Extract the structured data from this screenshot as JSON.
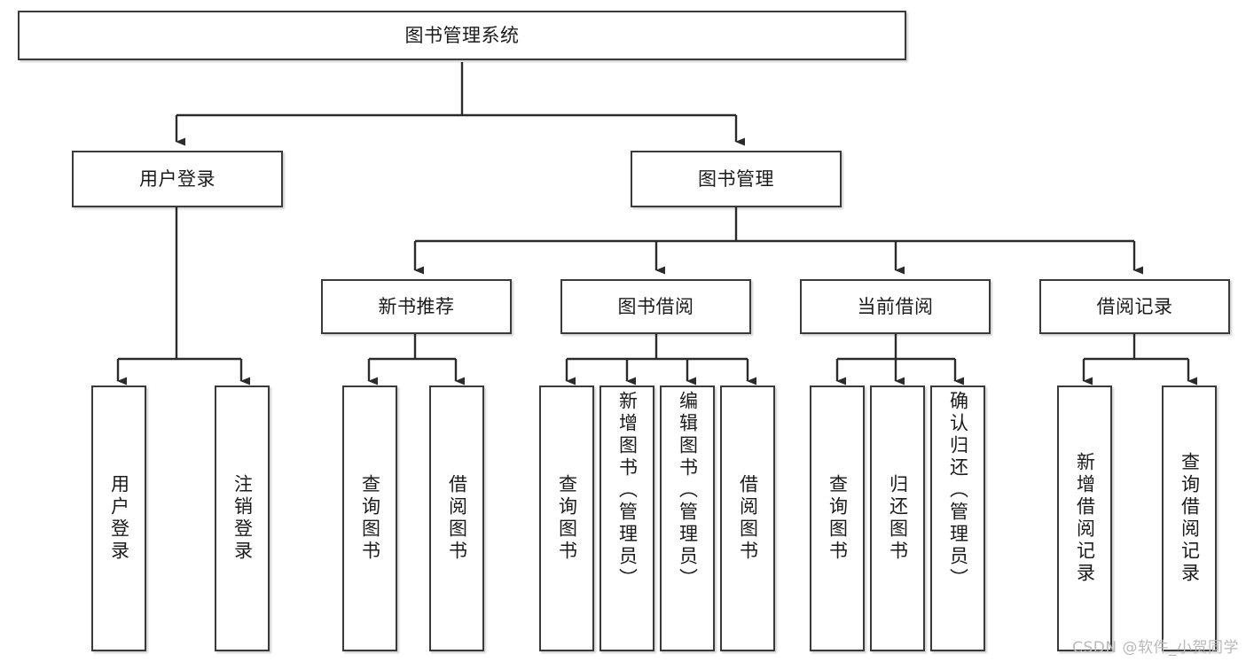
{
  "diagram": {
    "type": "tree-hierarchy",
    "title": "图书管理系统",
    "watermark": "CSDN @软件_小贺同学",
    "colors": {
      "box_border": "#3a3a3a",
      "box_fill": "#ffffff",
      "connector": "#2b2b2b",
      "text": "#1b1b1b",
      "watermark": "#b9b9b9"
    },
    "levels": {
      "root": {
        "label": "图书管理系统"
      },
      "level2": [
        {
          "label": "用户登录"
        },
        {
          "label": "图书管理"
        }
      ],
      "level3": [
        {
          "label": "新书推荐"
        },
        {
          "label": "图书借阅"
        },
        {
          "label": "当前借阅"
        },
        {
          "label": "借阅记录"
        }
      ],
      "leaves": [
        {
          "label": "用户登录",
          "parent": "用户登录"
        },
        {
          "label": "注销登录",
          "parent": "用户登录"
        },
        {
          "label": "查询图书",
          "parent": "新书推荐"
        },
        {
          "label": "借阅图书",
          "parent": "新书推荐"
        },
        {
          "label": "查询图书",
          "parent": "图书借阅"
        },
        {
          "label": "新增图书（管理员）",
          "parent": "图书借阅"
        },
        {
          "label": "编辑图书（管理员）",
          "parent": "图书借阅"
        },
        {
          "label": "借阅图书",
          "parent": "图书借阅"
        },
        {
          "label": "查询图书",
          "parent": "当前借阅"
        },
        {
          "label": "归还图书",
          "parent": "当前借阅"
        },
        {
          "label": "确认归还（管理员）",
          "parent": "当前借阅"
        },
        {
          "label": "新增借阅记录",
          "parent": "借阅记录"
        },
        {
          "label": "查询借阅记录",
          "parent": "借阅记录"
        }
      ]
    }
  }
}
